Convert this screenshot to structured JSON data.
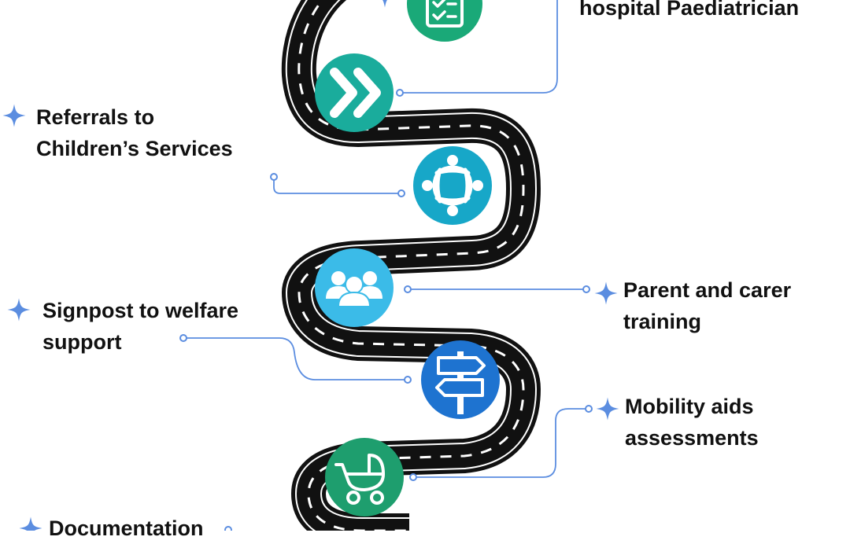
{
  "colors": {
    "road": "#111111",
    "road_dash": "#ffffff",
    "connector": "#5b8de0",
    "star": "#5b8de0",
    "text": "#111111"
  },
  "steps": [
    {
      "id": "checklist",
      "icon": "clipboard-check-icon",
      "color": "#1aa978",
      "lines": []
    },
    {
      "id": "refer-paed",
      "icon": "double-chevron-right-icon",
      "color": "#1aac9c",
      "lines": [
        "hospital Paediatrician"
      ]
    },
    {
      "id": "childrens",
      "icon": "people-circle-icon",
      "color": "#17a7c8",
      "lines": [
        "Referrals to",
        "Children’s Services"
      ]
    },
    {
      "id": "parents",
      "icon": "group-people-icon",
      "color": "#3bbbe8",
      "lines": [
        "Parent and carer",
        "training"
      ]
    },
    {
      "id": "welfare",
      "icon": "signpost-icon",
      "color": "#1e73d0",
      "lines": [
        "Signpost to welfare",
        "support"
      ]
    },
    {
      "id": "mobility",
      "icon": "pram-icon",
      "color": "#1e9e6e",
      "lines": [
        "Mobility aids",
        "assessments"
      ]
    },
    {
      "id": "docs",
      "icon": "",
      "color": "",
      "lines": [
        "Documentation"
      ]
    }
  ]
}
